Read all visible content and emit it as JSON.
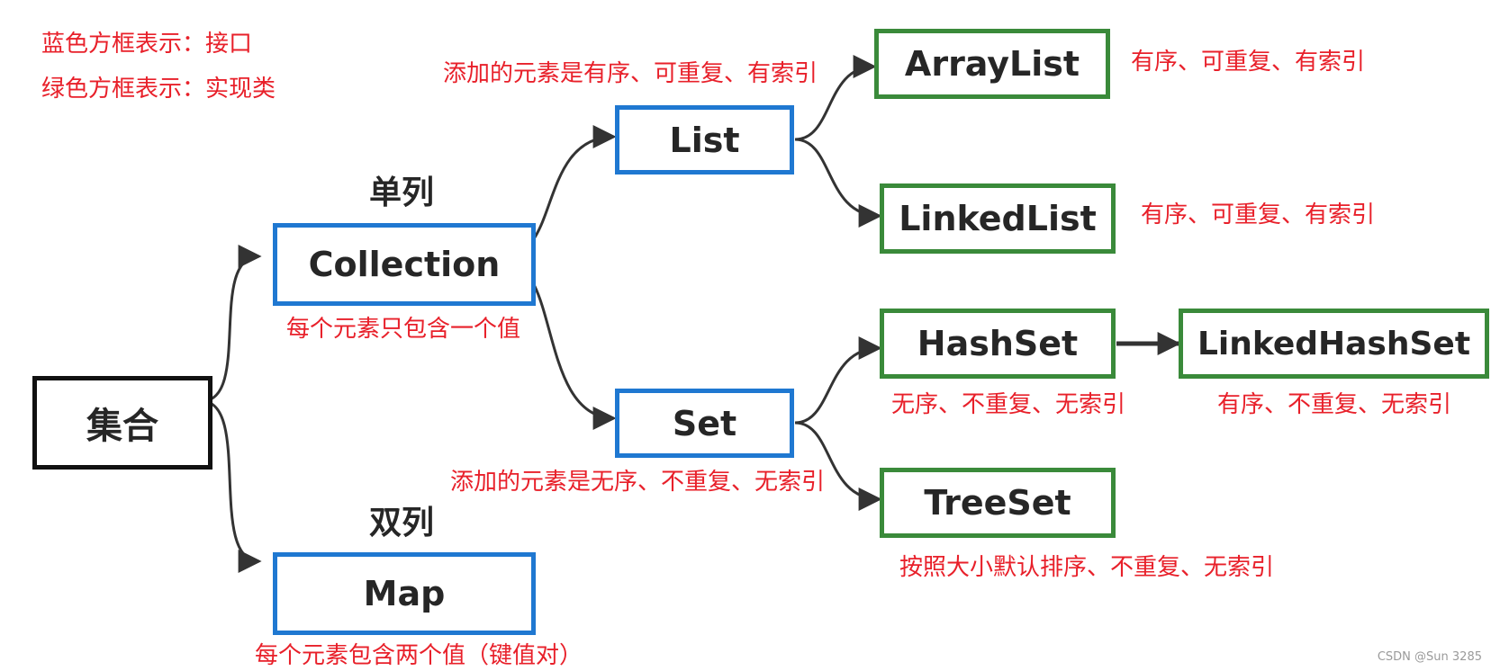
{
  "legend": {
    "interface_note": "蓝色方框表示：接口",
    "class_note": "绿色方框表示：实现类"
  },
  "groups": {
    "single": "单列",
    "double": "双列"
  },
  "nodes": {
    "root": "集合",
    "collection": "Collection",
    "map": "Map",
    "list": "List",
    "set": "Set",
    "arraylist": "ArrayList",
    "linkedlist": "LinkedList",
    "hashset": "HashSet",
    "linkedhashset": "LinkedHashSet",
    "treeset": "TreeSet"
  },
  "notes": {
    "collection": "每个元素只包含一个值",
    "map": "每个元素包含两个值（键值对）",
    "list": "添加的元素是有序、可重复、有索引",
    "set": "添加的元素是无序、不重复、无索引",
    "arraylist": "有序、可重复、有索引",
    "linkedlist": "有序、可重复、有索引",
    "hashset": "无序、不重复、无索引",
    "linkedhashset": "有序、不重复、无索引",
    "treeset": "按照大小默认排序、不重复、无索引"
  },
  "colors": {
    "interface_border": "#1f78d1",
    "class_border": "#3a8a3a",
    "root_border": "#111111",
    "note_text": "#e8202a",
    "edge": "#333333"
  },
  "watermark": "CSDN @Sun 3285"
}
